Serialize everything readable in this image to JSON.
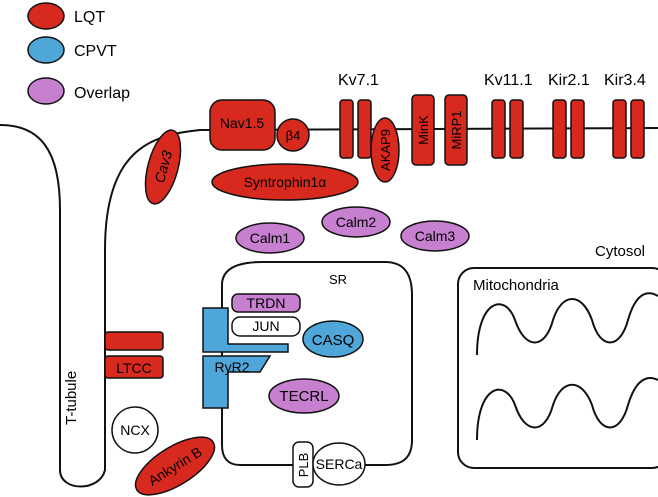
{
  "colors": {
    "lqt": "#d8291f",
    "cpvt": "#4ea7d8",
    "overlap": "#c77fd0",
    "stroke": "#111111",
    "background": "#ffffff"
  },
  "legend": [
    {
      "key": "lqt",
      "label": "LQT"
    },
    {
      "key": "cpvt",
      "label": "CPVT"
    },
    {
      "key": "overlap",
      "label": "Overlap"
    }
  ],
  "regions": {
    "t_tubule": "T-tubule",
    "sr": "SR",
    "cytosol": "Cytosol",
    "mitochondria": "Mitochondria"
  },
  "channels": {
    "kv7_1": "Kv7.1",
    "kv11_1": "Kv11.1",
    "kir2_1": "Kir2.1",
    "kir3_4": "Kir3.4"
  },
  "proteins": {
    "nav1_5": "Nav1.5",
    "beta4": "β4",
    "akap9": "AKAP9",
    "mink": "MinK",
    "mirp1": "MiRP1",
    "cav3": "Cav3",
    "syntrophin": "Syntrophin1α",
    "calm1": "Calm1",
    "calm2": "Calm2",
    "calm3": "Calm3",
    "ltcc": "LTCC",
    "ncx": "NCX",
    "ankyrin_b": "Ankyrin B",
    "trdn": "TRDN",
    "jun": "JUN",
    "ryr2": "RyR2",
    "casq": "CASQ",
    "tecrl": "TECRL",
    "plb": "PLB",
    "serca": "SERCa"
  }
}
